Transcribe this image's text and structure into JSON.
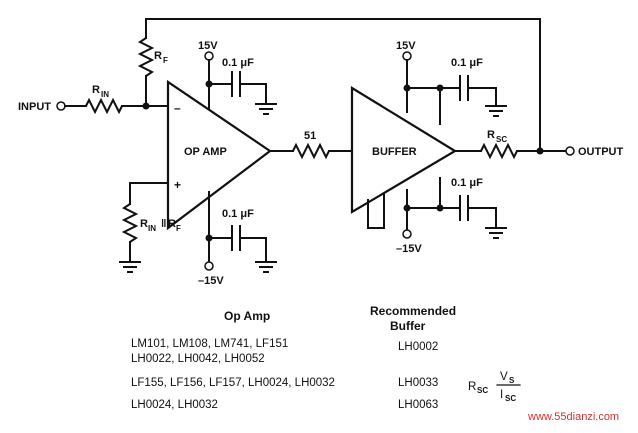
{
  "labels": {
    "input": "INPUT",
    "output": "OUTPUT",
    "rin": "R",
    "rin_sub": "IN",
    "rf": "R",
    "rf_sub": "F",
    "rin_rf": "R",
    "rin_rf_sub1": "IN",
    "rin_rf_bar": "‖",
    "rin_rf_r2": "R",
    "rin_rf_sub2": "F",
    "opamp": "OP AMP",
    "buffer": "BUFFER",
    "r51": "51",
    "rsc": "R",
    "rsc_sub": "SC",
    "minus": "–",
    "plus": "+",
    "pos15_op": "15V",
    "neg15_op": "–15V",
    "pos15_buf": "15V",
    "neg15_buf": "–15V",
    "cap_op_top": "0.1 μF",
    "cap_op_bot": "0.1 μF",
    "cap_buf_top": "0.1 μF",
    "cap_buf_bot": "0.1 μF"
  },
  "table": {
    "header_opamp": "Op Amp",
    "header_buffer_1": "Recommended",
    "header_buffer_2": "Buffer",
    "rows": [
      {
        "opamps": [
          "LM101, LM108, LM741, LF151",
          "LH0022, LH0042, LH0052"
        ],
        "buffer": "LH0002"
      },
      {
        "opamps": [
          "LF155, LF156, LF157, LH0024, LH0032"
        ],
        "buffer": "LH0033"
      },
      {
        "opamps": [
          "LH0024, LH0032"
        ],
        "buffer": "LH0063"
      }
    ]
  },
  "formula": {
    "r": "R",
    "r_sub": "SC",
    "num": "V",
    "num_sub": "S",
    "den": "I",
    "den_sub": "SC"
  },
  "watermark": "www.55dianzi.com"
}
